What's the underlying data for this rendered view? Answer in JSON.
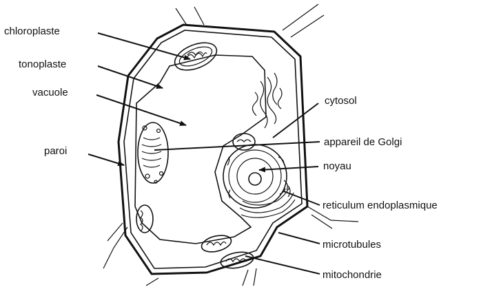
{
  "labels": {
    "chloroplaste": "chloroplaste",
    "tonoplaste": "tonoplaste",
    "vacuole": "vacuole",
    "paroi": "paroi",
    "cytosol": "cytosol",
    "golgi": "appareil de Golgi",
    "noyau": "noyau",
    "reticulum": "reticulum endoplasmique",
    "microtubules": "microtubules",
    "mitochondrie": "mitochondrie"
  }
}
